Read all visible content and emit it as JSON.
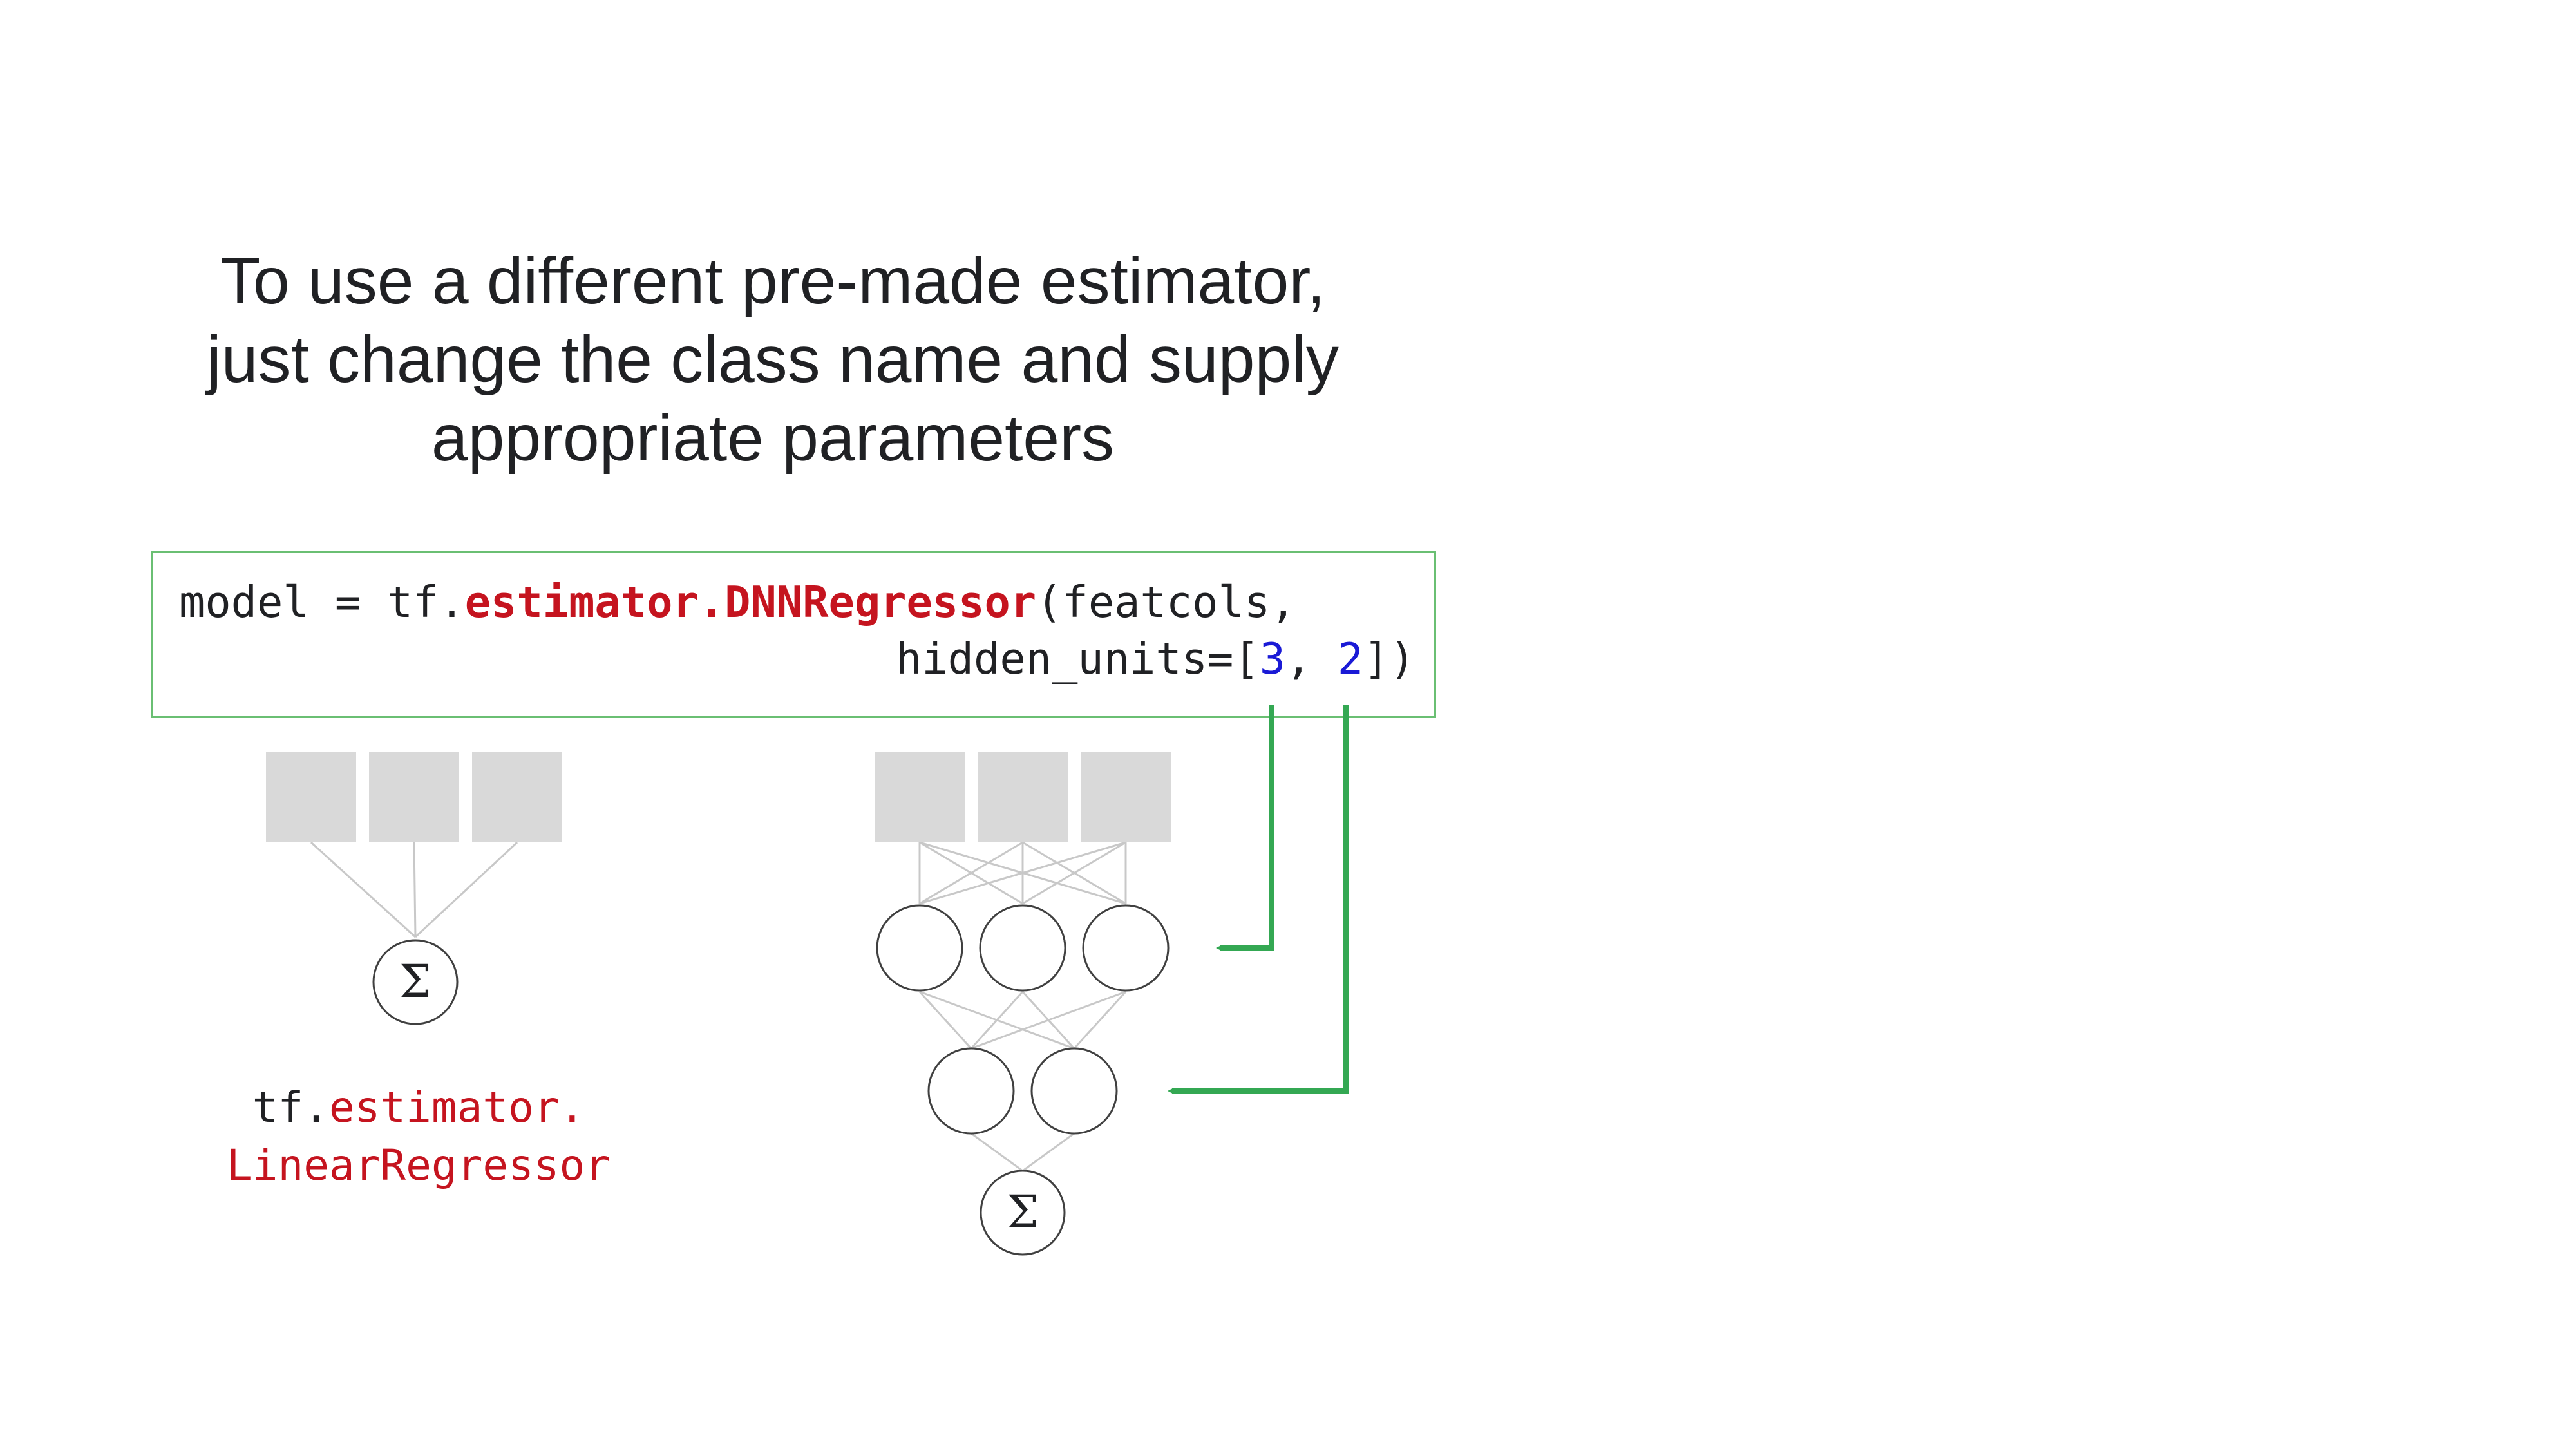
{
  "title": {
    "line1": "To use a different pre-made estimator,",
    "line2": "just change the class name and supply",
    "line3": "appropriate parameters"
  },
  "code": {
    "line1_prefix": "model = tf.",
    "line1_class": "estimator.DNNRegressor",
    "line1_suffix": "(featcols,",
    "line2_prefix": "hidden_units=[",
    "unit1": "3",
    "separator": ", ",
    "unit2": "2",
    "line2_suffix": "])"
  },
  "linear_label": {
    "line1_prefix": "tf.",
    "line1_module": "estimator.",
    "line2_class": "LinearRegressor"
  },
  "diagram": {
    "sum_symbol": "Σ"
  },
  "colors": {
    "accent_green": "#34a853",
    "class_red": "#c5141f",
    "number_blue": "#1a1ad6",
    "input_gray": "#d9d9d9"
  }
}
